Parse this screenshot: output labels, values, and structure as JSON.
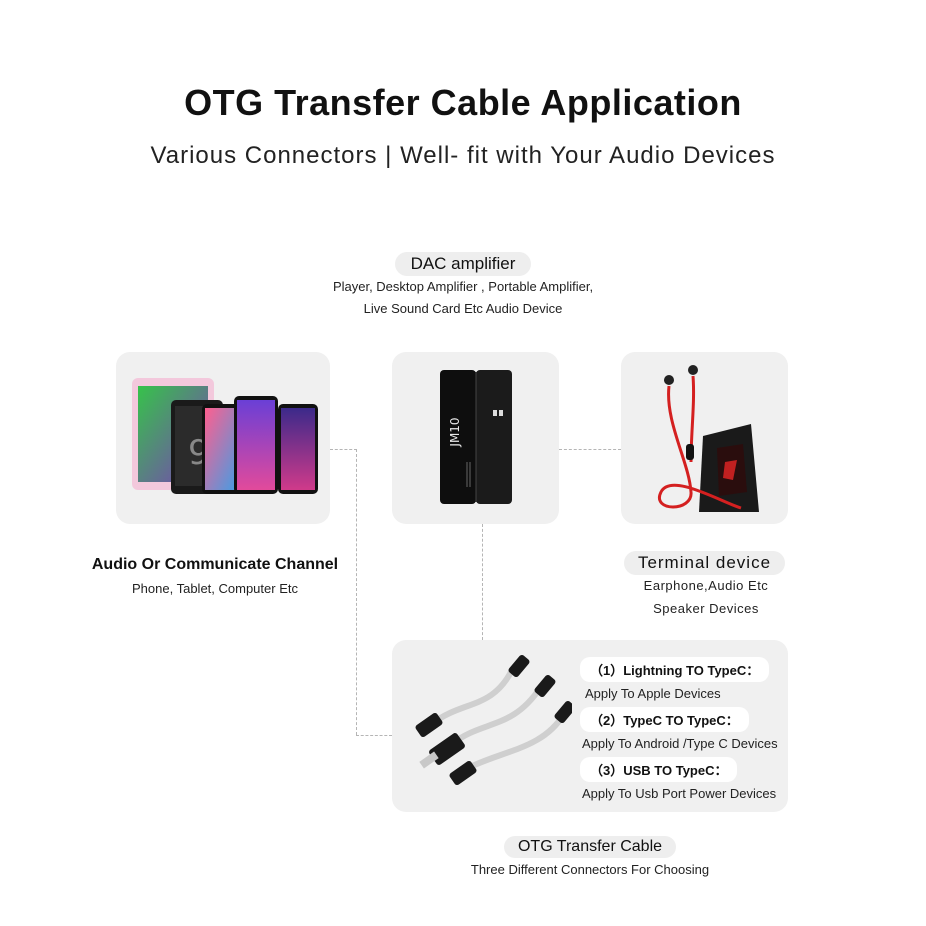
{
  "header": {
    "title": "OTG Transfer Cable Application",
    "subtitle": "Various Connectors | Well- fit with Your Audio Devices"
  },
  "dac": {
    "label": "DAC amplifier",
    "desc_line1": "Player, Desktop Amplifier , Portable Amplifier,",
    "desc_line2": "Live Sound Card Etc Audio Device",
    "brand": "JM10"
  },
  "source": {
    "label": "Audio Or Communicate Channel",
    "desc": "Phone, Tablet, Computer Etc"
  },
  "terminal": {
    "label": "Terminal device",
    "desc_line1": "Earphone,Audio Etc",
    "desc_line2": "Speaker Devices"
  },
  "cable_options": [
    {
      "title": "（1）Lightning TO TypeC：",
      "desc": "Apply To Apple Devices"
    },
    {
      "title": "（2）TypeC TO TypeC：",
      "desc": "Apply To Android /Type C Devices"
    },
    {
      "title": "（3）USB TO TypeC：",
      "desc": "Apply To Usb Port Power Devices"
    }
  ],
  "otg": {
    "label": "OTG Transfer Cable",
    "desc": "Three Different Connectors For Choosing"
  },
  "colors": {
    "card_bg": "#f0f0f0",
    "pill_bg": "#eeeeee",
    "accent_red": "#d42020",
    "connector_line": "#b5b5b5"
  }
}
